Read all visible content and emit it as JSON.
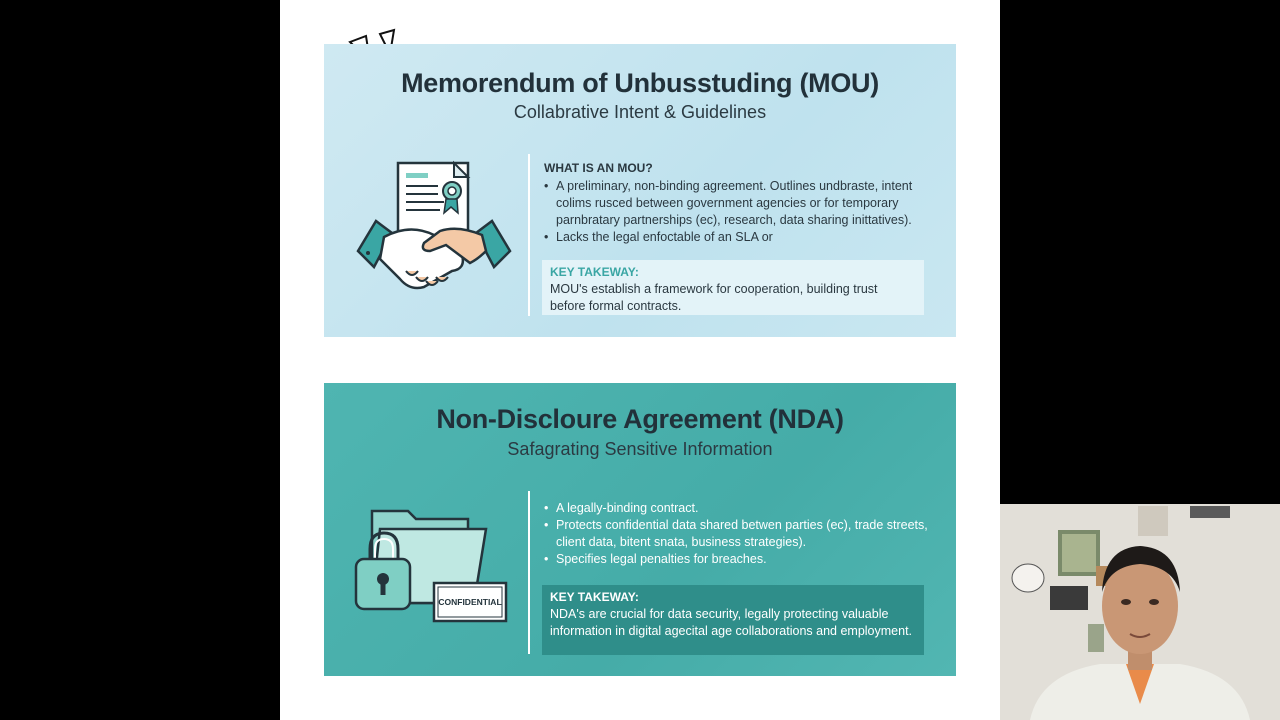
{
  "colors": {
    "mou_card_bg": "#c6e5f0",
    "nda_card_bg": "#4bb0ac",
    "nda_takeaway_bg": "#2f8e8a",
    "takeaway_label_teal": "#3aa6a4"
  },
  "mou": {
    "title": "Memorendum of Unbusstuding (MOU)",
    "subtitle": "Collabrative Intent & Guidelines",
    "section_heading": "WHAT IS AN MOU?",
    "bullets": [
      "A preliminary, non-binding agreement. Outlines undbraste, intent colims rusced between government agencies or for temporary parnbratary partnerships (ec), research, data sharing inittatives).",
      "Lacks the legal enfoctable of an SLA or"
    ],
    "takeaway_label": "KEY TAKEWAY:",
    "takeaway_text": "MOU's establish a framework for cooperation, building trust before formal contracts.",
    "icon": "handshake-document-icon"
  },
  "nda": {
    "title": "Non-Discloure Agreement (NDA)",
    "subtitle": "Safagrating Sensitive Information",
    "bullets": [
      "A legally-binding contract.",
      "Protects confidential data shared betwen parties (ec), trade streets, client data, bitent snata, business strategies).",
      "Specifies legal penalties for breaches."
    ],
    "takeaway_label": "KEY TAKEWAY:",
    "takeaway_text": "NDA's are crucial for data security, legally protecting valuable information in digital agecital age collaborations and employment.",
    "stamp_text": "CONFIDENTIAL",
    "icon": "folder-lock-icon"
  },
  "decoration": {
    "icon": "burst-arrows-icon"
  },
  "webcam": {
    "icon": "presenter-video-icon"
  }
}
